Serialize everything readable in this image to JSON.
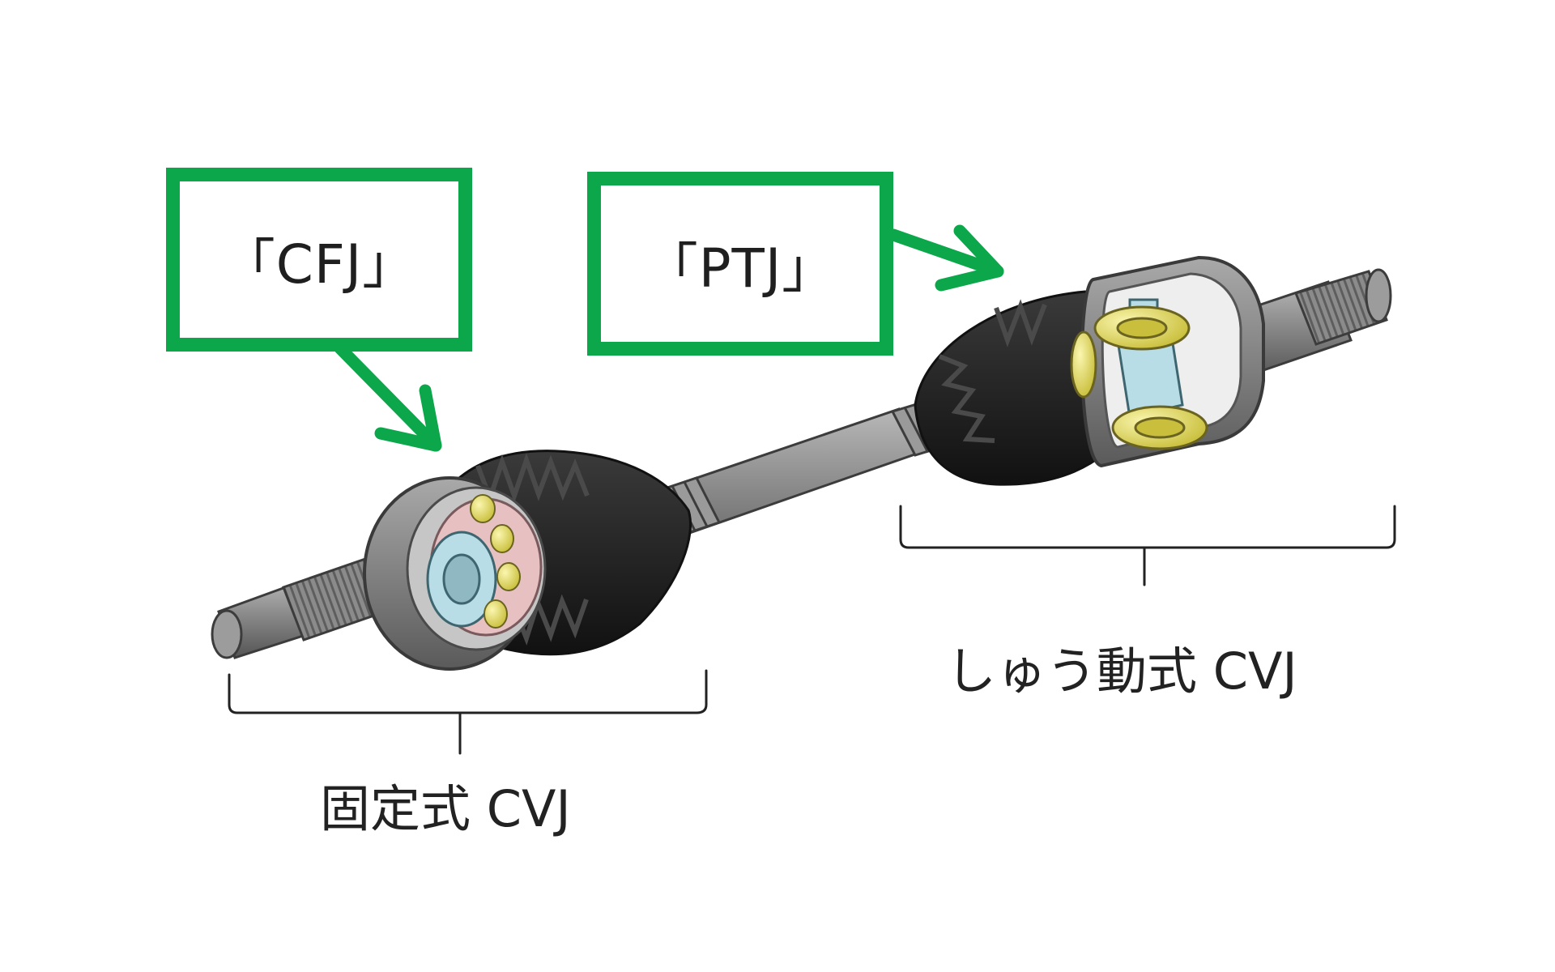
{
  "callouts": {
    "cfj": "「CFJ」",
    "ptj": "「PTJ」"
  },
  "labels": {
    "fixed_cvj": "固定式 CVJ",
    "plunging_cvj": "しゅう動式 CVJ"
  },
  "colors": {
    "callout_green": "#0ca74a",
    "boot_black": "#1e1e1e",
    "shaft_gray": "#7d7d7d",
    "ball_yellow": "#e4dc6e",
    "cage_pink": "#e7c0c2",
    "inner_race_blue": "#b9dde6"
  }
}
